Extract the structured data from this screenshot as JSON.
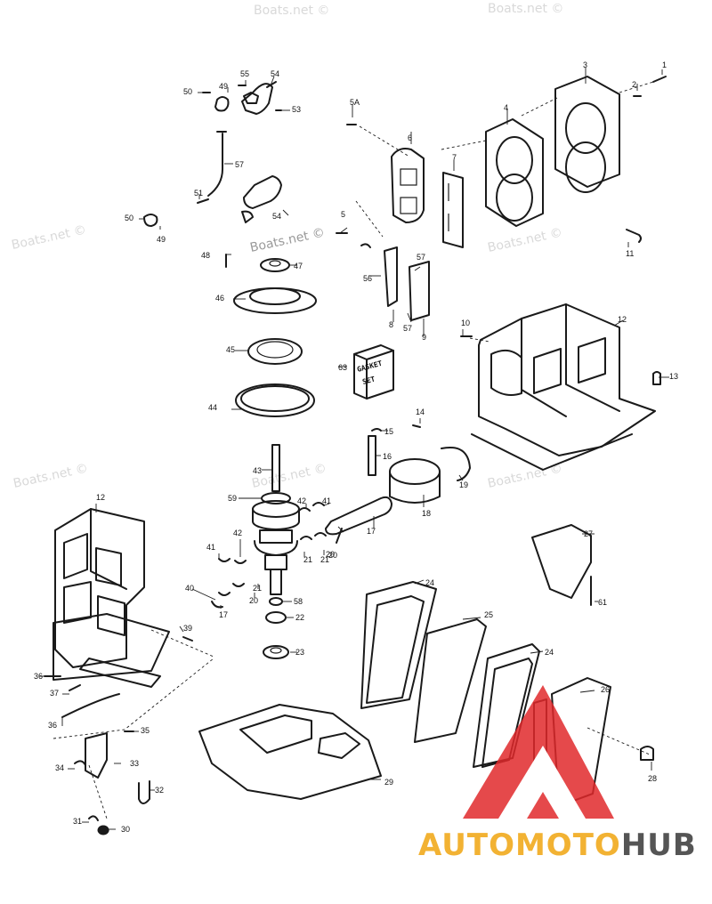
{
  "watermarks": [
    "Boats.net ©",
    "Boats.net ©",
    "Boats.net ©",
    "Boats.net ©",
    "Boats.net ©",
    "Boats.net ©",
    "Boats.net ©",
    "Boats.net ©"
  ],
  "box_label": {
    "line1": "GASKET",
    "line2": "SET"
  },
  "logo": {
    "part1": "AUTOMOTO",
    "part2": "HUB",
    "color_red": "#e0292b",
    "color_yellow": "#f2b233",
    "color_gray": "#555555"
  },
  "callouts": [
    {
      "n": "1"
    },
    {
      "n": "2"
    },
    {
      "n": "3"
    },
    {
      "n": "4"
    },
    {
      "n": "5"
    },
    {
      "n": "5A"
    },
    {
      "n": "6"
    },
    {
      "n": "7"
    },
    {
      "n": "8"
    },
    {
      "n": "9"
    },
    {
      "n": "10"
    },
    {
      "n": "11"
    },
    {
      "n": "12"
    },
    {
      "n": "13"
    },
    {
      "n": "14"
    },
    {
      "n": "15"
    },
    {
      "n": "16"
    },
    {
      "n": "17"
    },
    {
      "n": "18"
    },
    {
      "n": "19"
    },
    {
      "n": "20"
    },
    {
      "n": "21"
    },
    {
      "n": "22"
    },
    {
      "n": "23"
    },
    {
      "n": "24"
    },
    {
      "n": "25"
    },
    {
      "n": "24"
    },
    {
      "n": "26"
    },
    {
      "n": "27"
    },
    {
      "n": "28"
    },
    {
      "n": "29"
    },
    {
      "n": "30"
    },
    {
      "n": "31"
    },
    {
      "n": "32"
    },
    {
      "n": "33"
    },
    {
      "n": "34"
    },
    {
      "n": "35"
    },
    {
      "n": "36"
    },
    {
      "n": "37"
    },
    {
      "n": "36"
    },
    {
      "n": "39"
    },
    {
      "n": "40"
    },
    {
      "n": "41"
    },
    {
      "n": "42"
    },
    {
      "n": "41"
    },
    {
      "n": "42"
    },
    {
      "n": "43"
    },
    {
      "n": "44"
    },
    {
      "n": "45"
    },
    {
      "n": "46"
    },
    {
      "n": "47"
    },
    {
      "n": "48"
    },
    {
      "n": "49"
    },
    {
      "n": "49"
    },
    {
      "n": "50"
    },
    {
      "n": "50"
    },
    {
      "n": "51"
    },
    {
      "n": "53"
    },
    {
      "n": "54"
    },
    {
      "n": "54"
    },
    {
      "n": "55"
    },
    {
      "n": "56"
    },
    {
      "n": "57"
    },
    {
      "n": "57"
    },
    {
      "n": "57"
    },
    {
      "n": "58"
    },
    {
      "n": "59"
    },
    {
      "n": "61"
    },
    {
      "n": "63"
    },
    {
      "n": "12"
    },
    {
      "n": "21"
    },
    {
      "n": "20"
    },
    {
      "n": "17"
    },
    {
      "n": "21"
    },
    {
      "n": "20"
    }
  ]
}
